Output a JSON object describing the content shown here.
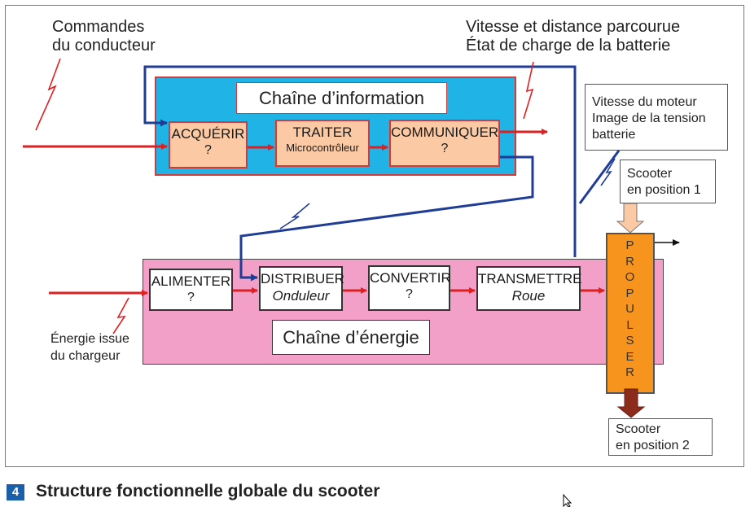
{
  "labels": {
    "driver_commands": [
      "Commandes",
      "du conducteur"
    ],
    "speed_info": [
      "Vitesse et distance parcourue",
      "État de charge de la batterie"
    ],
    "charger_energy": [
      "Énergie issue",
      "du chargeur"
    ]
  },
  "info_chain": {
    "title": "Chaîne d’information",
    "acquerir": {
      "name": "ACQUÉRIR",
      "detail": "?"
    },
    "traiter": {
      "name": "TRAITER",
      "detail": "Microcontrôleur"
    },
    "communiquer": {
      "name": "COMMUNIQUER",
      "detail": "?"
    }
  },
  "energy_chain": {
    "title": "Chaîne d’énergie",
    "alimenter": {
      "name": "ALIMENTER",
      "detail": "?"
    },
    "distribuer": {
      "name": "DISTRIBUER",
      "detail": "Onduleur"
    },
    "convertir": {
      "name": "CONVERTIR",
      "detail": "?"
    },
    "transmettre": {
      "name": "TRANSMETTRE",
      "detail": "Roue"
    }
  },
  "motor_note": [
    "Vitesse du moteur",
    "Image de la tension",
    "batterie"
  ],
  "scooter_position_1": [
    "Scooter",
    "en position 1"
  ],
  "scooter_position_2": [
    "Scooter",
    "en position 2"
  ],
  "propulser_letters": [
    "P",
    "R",
    "O",
    "P",
    "U",
    "L",
    "S",
    "E",
    "R"
  ],
  "caption": {
    "number": "4",
    "text": "Structure fonctionnelle globale du scooter"
  },
  "colors": {
    "info_bg": "#1fb3e6",
    "energy_bg": "#f2a0c8",
    "peach_box": "#fbc9a3",
    "propulser": "#f7941d",
    "red_arrow": "#e02020",
    "blue_link": "#1f3c96",
    "caption_badge": "#1a5fa8"
  }
}
